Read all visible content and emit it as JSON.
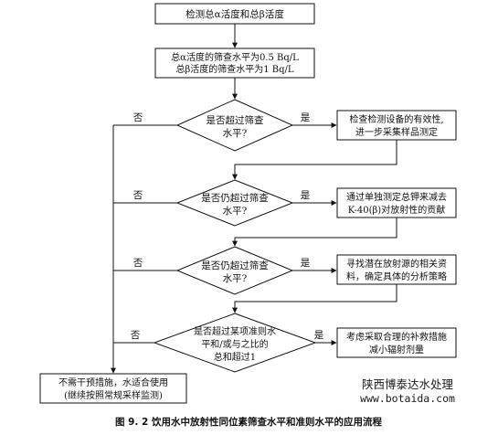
{
  "nodes": {
    "start": "检测总α活度和总β活度",
    "threshold_line1": "总α活度的筛查水平为0.5 Bq/L",
    "threshold_line2": "总β活度的筛查水平为1 Bq/L",
    "decision1_line1": "是否超过筛查",
    "decision1_line2": "水平?",
    "action1_line1": "检查检测设备的有效性,",
    "action1_line2": "进一步采集样品测定",
    "decision2_line1": "是否仍超过筛查",
    "decision2_line2": "水平?",
    "action2_line1": "通过单独测定总钾来减去",
    "action2_line2": "K-40(β)对放射性的贡献",
    "decision3_line1": "是否仍超过筛查",
    "decision3_line2": "水平?",
    "action3_line1": "寻找潜在放射源的相关资",
    "action3_line2": "料，确定具体的分析策略",
    "decision4_line1": "是否超过某项准则水",
    "decision4_line2": "平和/或与之比的",
    "decision4_line3": "总和超过1",
    "action4_line1": "考虑采取合理的补救措施",
    "action4_line2": "减小辐射剂量",
    "end_line1": "不需干预措施，水适合使用",
    "end_line2": "(继续按照常规采样监测)"
  },
  "edge_labels": {
    "no1": "否",
    "yes1": "是",
    "no2": "否",
    "yes2": "是",
    "no3": "否",
    "yes3": "是",
    "no4": "否",
    "yes4": "是"
  },
  "watermark": {
    "name": "陕西博泰达水处理",
    "url": "www.botaida.com"
  },
  "caption": "图 9. 2   饮用水中放射性同位素筛查水平和准则水平的应用流程"
}
